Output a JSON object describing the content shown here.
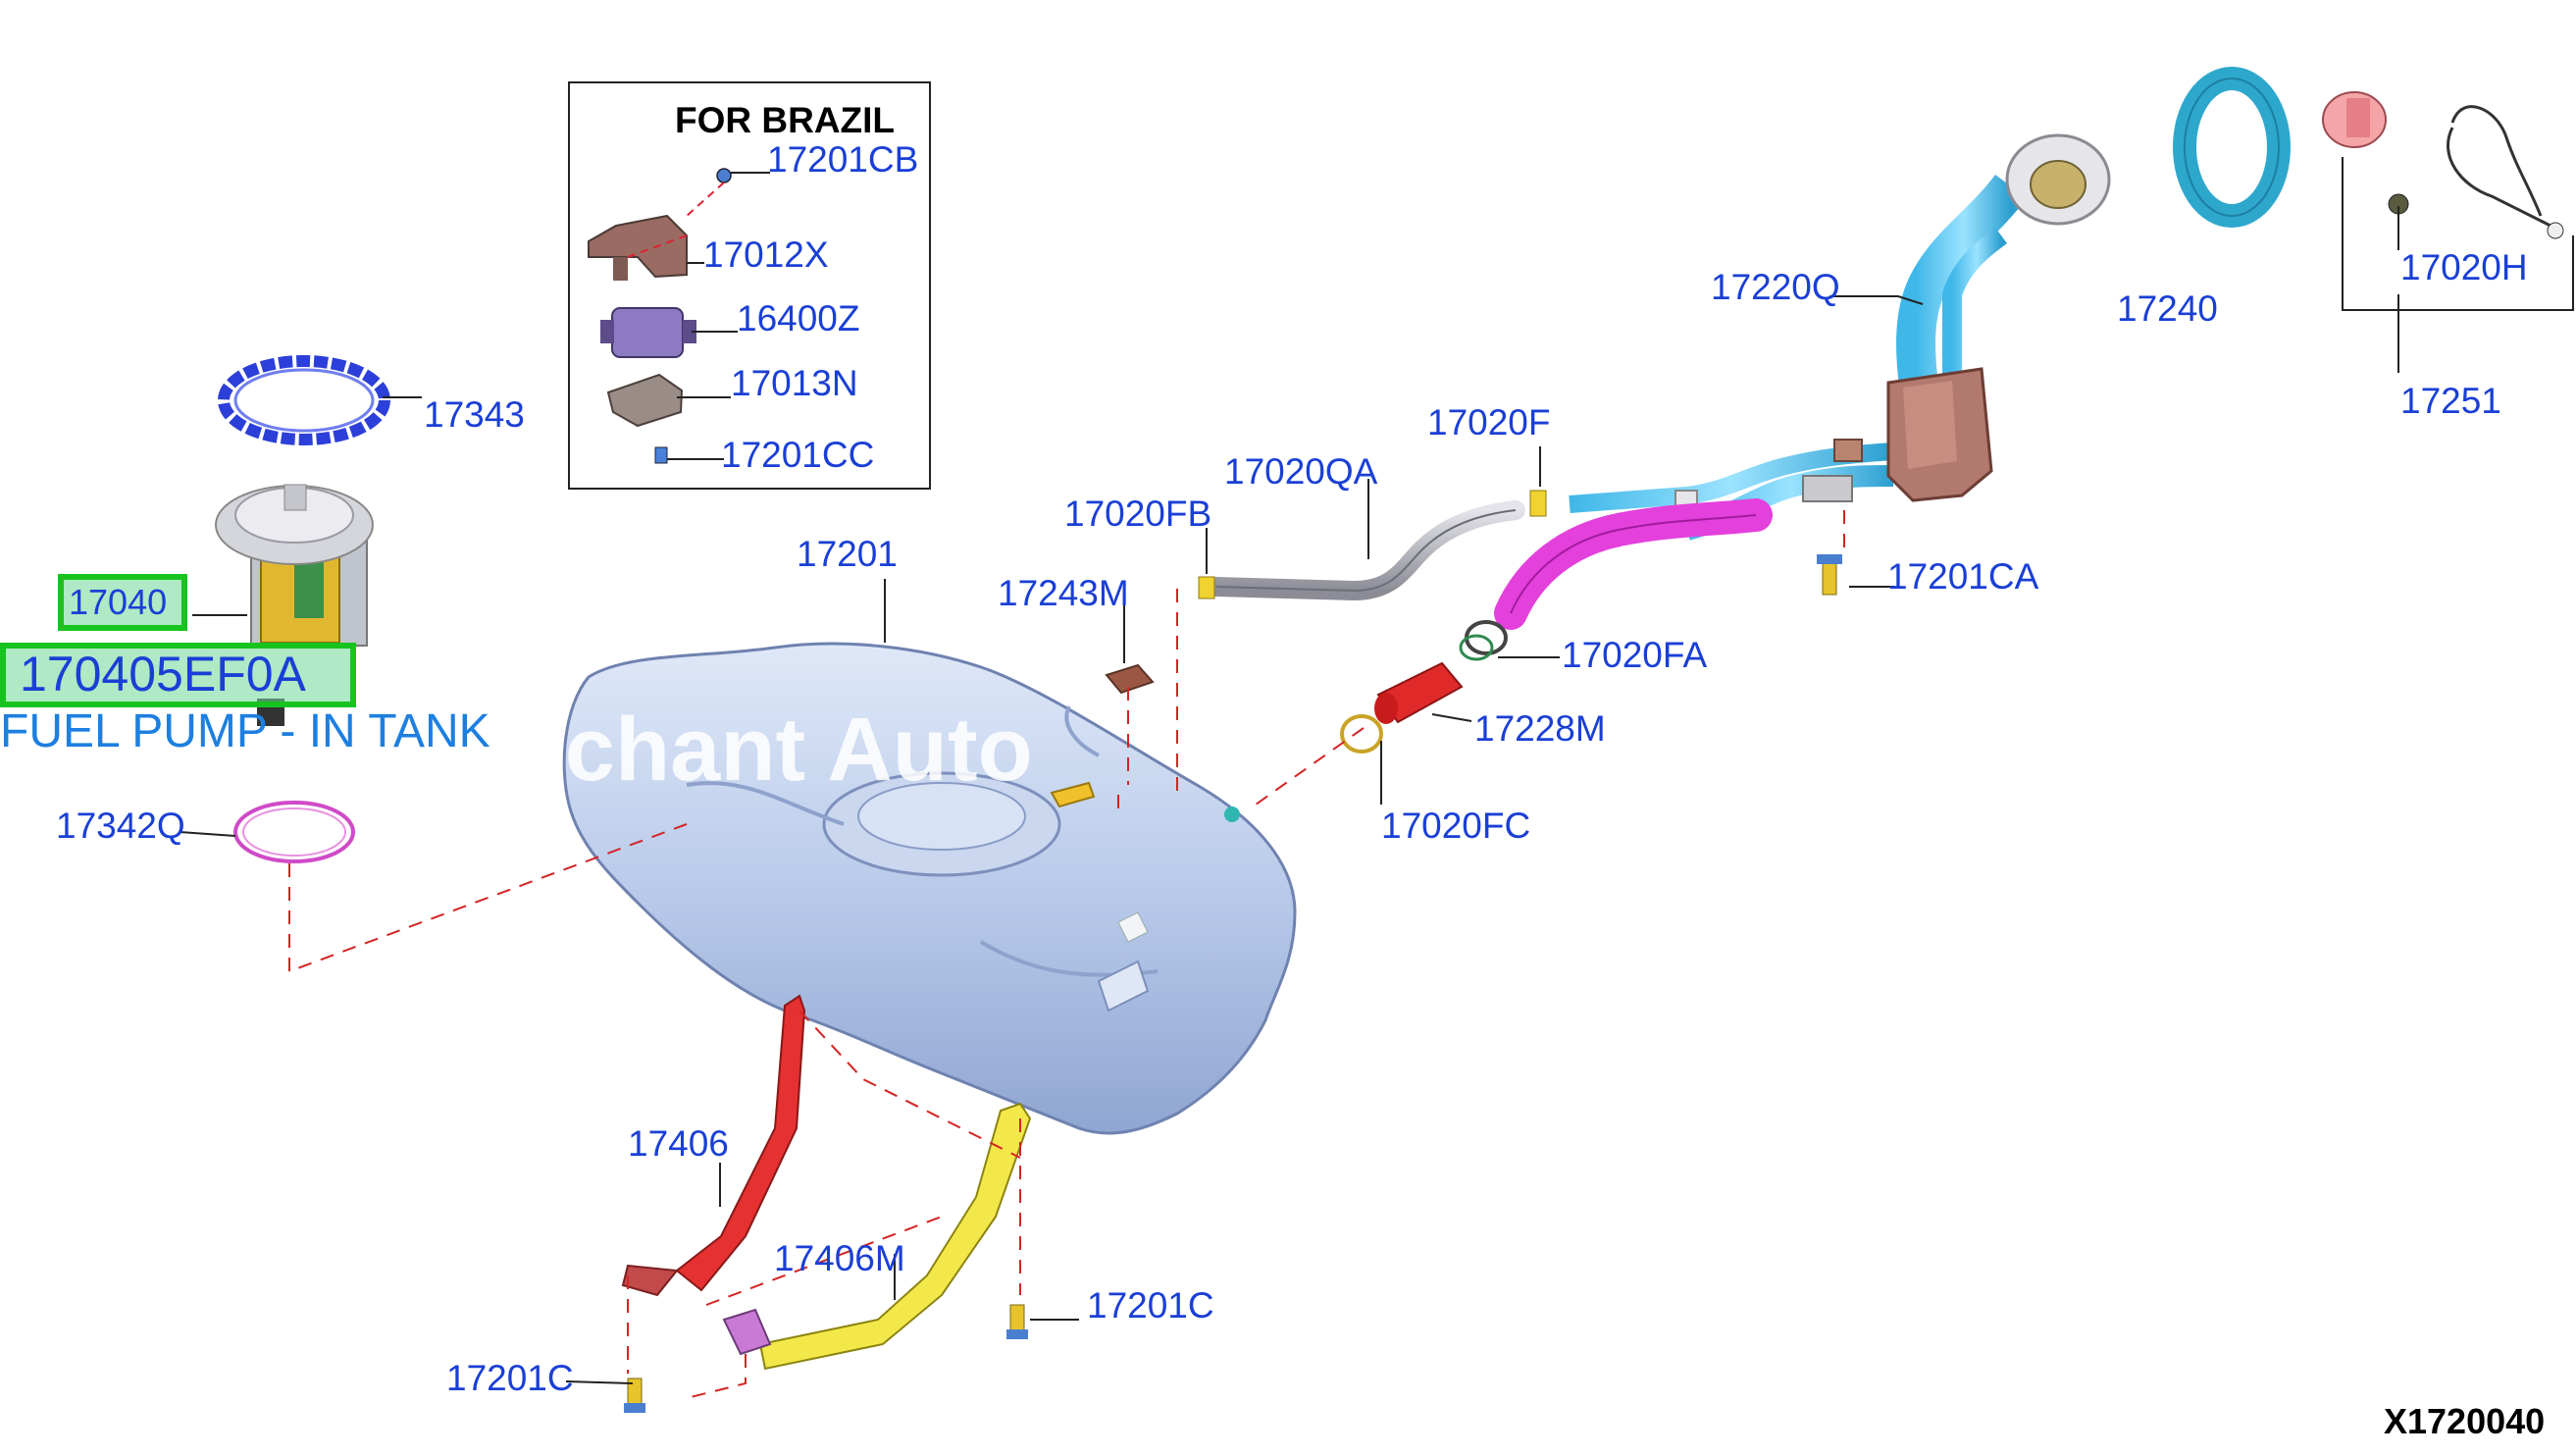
{
  "diagram": {
    "inset_title": "FOR BRAZIL",
    "figure_id": "X1720040",
    "watermark": "rchant Auto",
    "selected_part": {
      "number": "17040",
      "full_number": "170405EF0A",
      "description": "FUEL PUMP - IN TANK"
    },
    "labels": {
      "p17201CB": "17201CB",
      "p17012X": "17012X",
      "p16400Z": "16400Z",
      "p17013N": "17013N",
      "p17201CC": "17201CC",
      "p17343": "17343",
      "p17342Q": "17342Q",
      "p17201": "17201",
      "p17243M": "17243M",
      "p17020FB": "17020FB",
      "p17020QA": "17020QA",
      "p17020F": "17020F",
      "p17220Q": "17220Q",
      "p17240": "17240",
      "p17020H": "17020H",
      "p17251": "17251",
      "p17201CA": "17201CA",
      "p17020FA": "17020FA",
      "p17228M": "17228M",
      "p17020FC": "17020FC",
      "p17406": "17406",
      "p17406M": "17406M",
      "p17201C_right": "17201C",
      "p17201C_left": "17201C"
    }
  }
}
